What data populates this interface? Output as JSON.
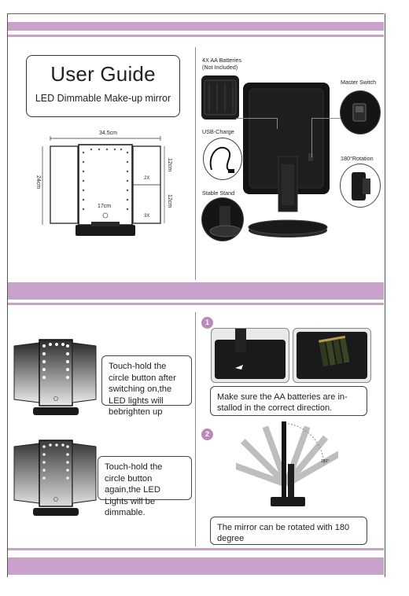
{
  "header": {
    "title": "User Guide",
    "subtitle": "LED Dimmable Make-up mirror"
  },
  "dimensions": {
    "width": "34.5cm",
    "height": "24cm",
    "center_width": "17cm",
    "upper_right": "12cm",
    "lower_right": "12cm",
    "mag_2x": "2X",
    "mag_3x": "3X"
  },
  "callouts": {
    "batteries_line1": "4X AA Batteries",
    "batteries_line2": "(Not Included)",
    "master_switch": "Master Switch",
    "usb_charge": "USB-Charge",
    "rotation": "180°Rotation",
    "stable_stand": "Stable Stand"
  },
  "instructions": {
    "brighten": "Touch-hold the circle button after switching on,the LED lights will bebrighten up",
    "dim": "Touch-hold the circle button again,the LED Lights will be dimmable."
  },
  "steps": [
    {
      "number": "1",
      "text": "Make sure the AA batteries are in-stallod in the correct direction."
    },
    {
      "number": "2",
      "text": "The mirror can be rotated with 180 degree"
    }
  ],
  "rotation_angle": "180°",
  "colors": {
    "band": "#c9a2cb",
    "step_badge": "#b98abb",
    "mirror_black": "#1b1b1b"
  }
}
